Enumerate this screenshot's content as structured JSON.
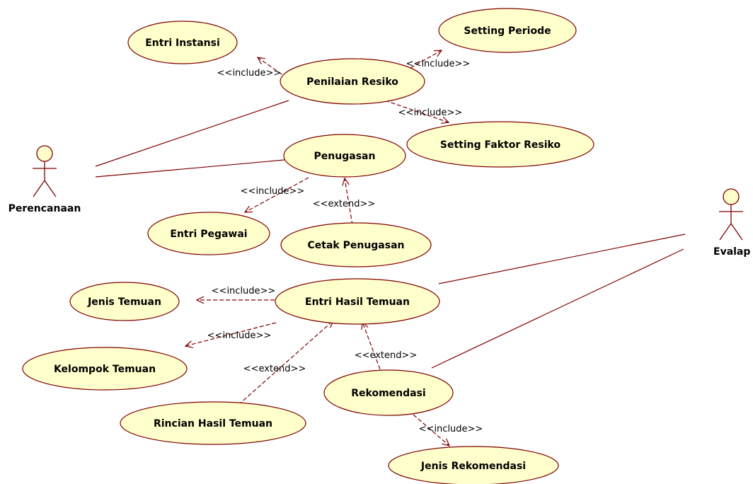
{
  "colors": {
    "usecase_fill": "#ffffcc",
    "stroke": "#800000",
    "text": "#000000",
    "background": "#ffffff"
  },
  "actors": [
    {
      "id": "perencanaan",
      "label": "Perencanaan"
    },
    {
      "id": "evalap",
      "label": "Evalap"
    }
  ],
  "usecases": [
    {
      "id": "entri-instansi",
      "label": "Entri Instansi"
    },
    {
      "id": "setting-periode",
      "label": "Setting Periode"
    },
    {
      "id": "penilaian-resiko",
      "label": "Penilaian Resiko"
    },
    {
      "id": "setting-faktor-resiko",
      "label": "Setting Faktor Resiko"
    },
    {
      "id": "penugasan",
      "label": "Penugasan"
    },
    {
      "id": "entri-pegawai",
      "label": "Entri Pegawai"
    },
    {
      "id": "cetak-penugasan",
      "label": "Cetak Penugasan"
    },
    {
      "id": "jenis-temuan",
      "label": "Jenis Temuan"
    },
    {
      "id": "entri-hasil-temuan",
      "label": "Entri Hasil Temuan"
    },
    {
      "id": "kelompok-temuan",
      "label": "Kelompok Temuan"
    },
    {
      "id": "rekomendasi",
      "label": "Rekomendasi"
    },
    {
      "id": "rincian-hasil-temuan",
      "label": "Rincian Hasil Temuan"
    },
    {
      "id": "jenis-rekomendasi",
      "label": "Jenis Rekomendasi"
    }
  ],
  "relations": [
    {
      "id": "r1",
      "type": "include",
      "from": "penilaian-resiko",
      "to": "entri-instansi",
      "label": "<<include>>"
    },
    {
      "id": "r2",
      "type": "include",
      "from": "penilaian-resiko",
      "to": "setting-periode",
      "label": "<<include>>"
    },
    {
      "id": "r3",
      "type": "include",
      "from": "penilaian-resiko",
      "to": "setting-faktor-resiko",
      "label": "<<include>>"
    },
    {
      "id": "r4",
      "type": "include",
      "from": "penugasan",
      "to": "entri-pegawai",
      "label": "<<include>>"
    },
    {
      "id": "r5",
      "type": "extend",
      "from": "cetak-penugasan",
      "to": "penugasan",
      "label": "<<extend>>"
    },
    {
      "id": "r6",
      "type": "include",
      "from": "entri-hasil-temuan",
      "to": "jenis-temuan",
      "label": "<<include>>"
    },
    {
      "id": "r7",
      "type": "include",
      "from": "entri-hasil-temuan",
      "to": "kelompok-temuan",
      "label": "<<include>>"
    },
    {
      "id": "r8",
      "type": "extend",
      "from": "rincian-hasil-temuan",
      "to": "entri-hasil-temuan",
      "label": "<<extend>>"
    },
    {
      "id": "r9",
      "type": "extend",
      "from": "rekomendasi",
      "to": "entri-hasil-temuan",
      "label": "<<extend>>"
    },
    {
      "id": "r10",
      "type": "include",
      "from": "rekomendasi",
      "to": "jenis-rekomendasi",
      "label": "<<include>>"
    }
  ],
  "associations": [
    {
      "id": "a1",
      "actor": "perencanaan",
      "usecase": "penilaian-resiko"
    },
    {
      "id": "a2",
      "actor": "perencanaan",
      "usecase": "penugasan"
    },
    {
      "id": "a3",
      "actor": "evalap",
      "usecase": "entri-hasil-temuan"
    },
    {
      "id": "a4",
      "actor": "evalap",
      "usecase": "rekomendasi"
    }
  ]
}
